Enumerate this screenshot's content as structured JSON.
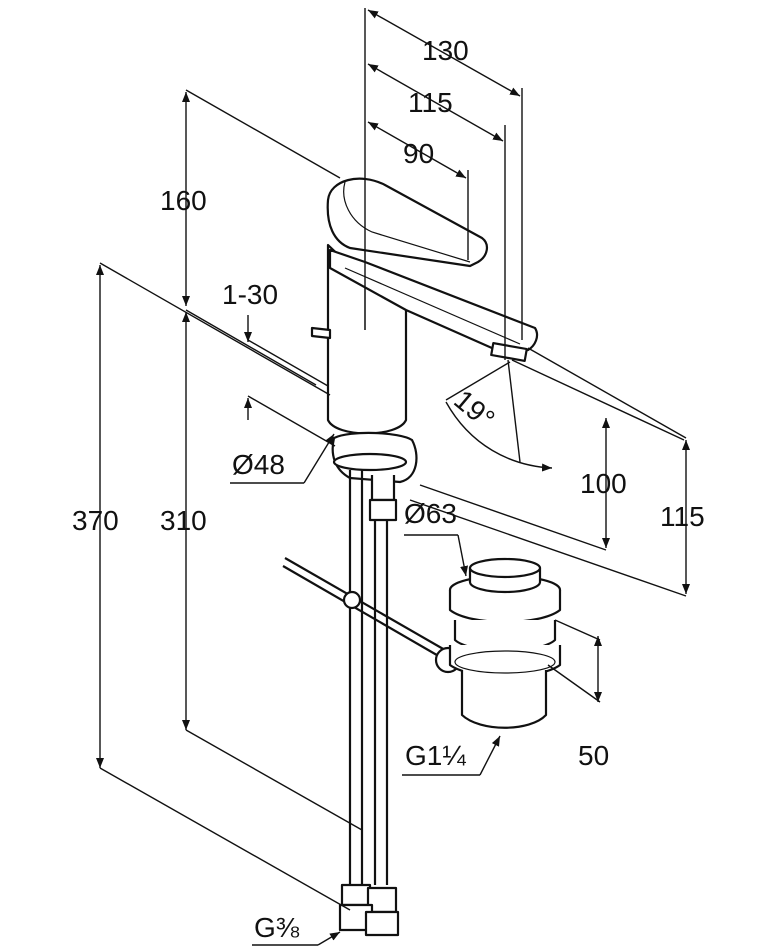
{
  "dimensions": {
    "width_total": "130",
    "width_mid": "115",
    "width_short": "90",
    "height_body": "160",
    "height_total": "370",
    "height_hose": "310",
    "thickness_range": "1-30",
    "base_diameter": "Ø48",
    "waste_diameter": "Ø63",
    "swivel_angle": "19°",
    "spout_height": "100",
    "spout_height_outer": "115",
    "waste_height": "50",
    "waste_thread": "G1¼",
    "hose_thread": "G⅜"
  },
  "colors": {
    "line": "#111111",
    "background": "#ffffff"
  }
}
